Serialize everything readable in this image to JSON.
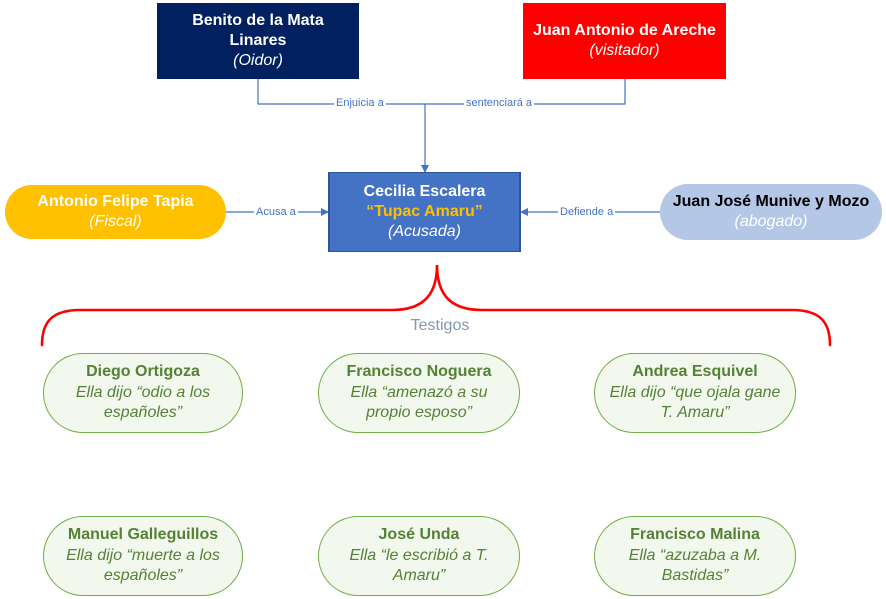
{
  "judge": {
    "name": "Benito de la Mata Linares",
    "role": "(Oidor)"
  },
  "visitor": {
    "name": "Juan Antonio de Areche",
    "role": "(visitador)"
  },
  "prosecutor": {
    "name": "Antonio Felipe Tapia",
    "role": "(Fiscal)"
  },
  "defender": {
    "name": "Juan José Munive y Mozo",
    "role": "(abogado)"
  },
  "accused": {
    "name": "Cecilia Escalera",
    "alias": "“Tupac Amaru”",
    "role": "(Acusada)"
  },
  "connectors": {
    "judges": "Enjuicia a",
    "sentences": "sentenciará a",
    "accuses": "Acusa a",
    "defends": "Defiende a"
  },
  "witnesses_label": "Testigos",
  "witnesses": [
    {
      "name": "Diego Ortigoza",
      "quote": "Ella dijo “odio a los españoles”"
    },
    {
      "name": "Francisco Noguera",
      "quote": "Ella “amenazó a su propio esposo”"
    },
    {
      "name": "Andrea Esquivel",
      "quote": "Ella dijo “que ojala gane T. Amaru”"
    },
    {
      "name": "Manuel Galleguillos",
      "quote": "Ella dijo “muerte a los españoles”"
    },
    {
      "name": "José Unda",
      "quote": "Ella “le escribió a T. Amaru”"
    },
    {
      "name": "Francisco Malina",
      "quote": "Ella “azuzaba a M. Bastidas”"
    }
  ],
  "colors": {
    "judge": "#002060",
    "visitor": "#ff0000",
    "prosecutor": "#ffc000",
    "defender": "#b4c7e7",
    "accused": "#4472c4",
    "brace": "#ff0000",
    "witness_border": "#70ad47",
    "witness_text": "#548235"
  }
}
